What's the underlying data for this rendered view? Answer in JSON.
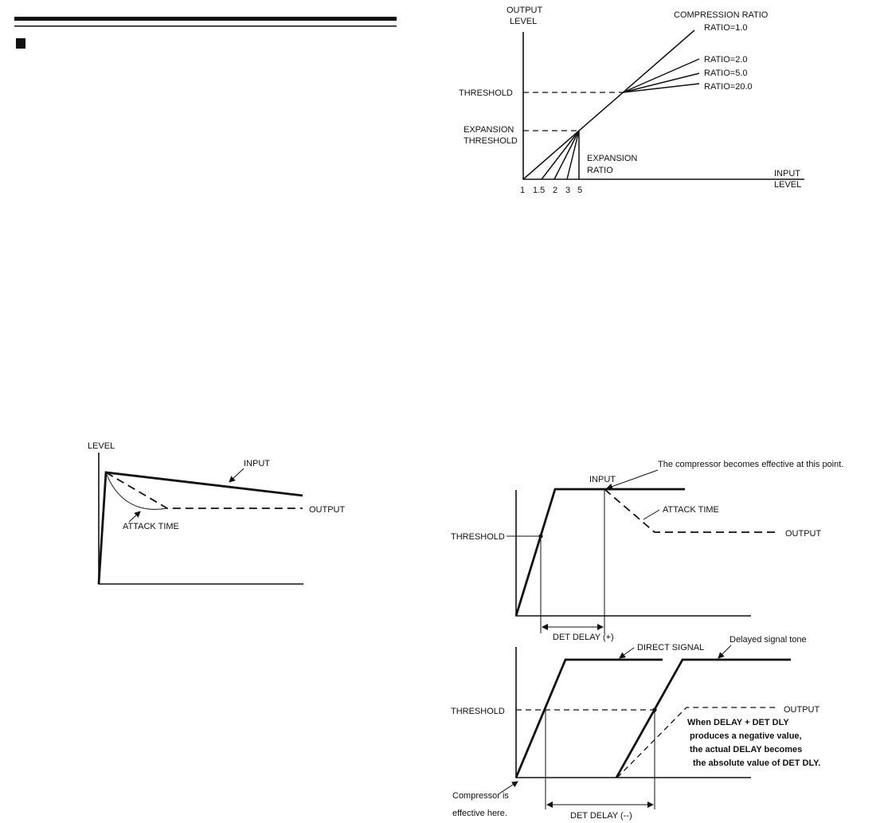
{
  "header": {
    "bullet_marker": "■"
  },
  "compression_diagram": {
    "y_axis_label": [
      "OUTPUT",
      "LEVEL"
    ],
    "x_axis_label": [
      "INPUT",
      "LEVEL"
    ],
    "threshold_label": "THRESHOLD",
    "expansion_threshold_label": [
      "EXPANSION",
      "THRESHOLD"
    ],
    "expansion_ratio_label": [
      "EXPANSION",
      "RATIO"
    ],
    "compression_ratio_title": "COMPRESSION RATIO",
    "ratio_labels": [
      "RATIO=1.0",
      "RATIO=2.0",
      "RATIO=5.0",
      "RATIO=20.0"
    ],
    "expansion_ratio_ticks": [
      "1",
      "1.5",
      "2",
      "3",
      "5"
    ]
  },
  "attack_diagram": {
    "y_axis_label": "LEVEL",
    "input_label": "INPUT",
    "output_label": "OUTPUT",
    "attack_time_label": "ATTACK TIME"
  },
  "det_delay_positive_diagram": {
    "annotation": "The compressor becomes effective at this point.",
    "input_label": "INPUT",
    "attack_time_label": "ATTACK TIME",
    "threshold_label": "THRESHOLD",
    "output_label": "OUTPUT",
    "delay_label": "DET  DELAY (+)"
  },
  "det_delay_negative_diagram": {
    "direct_signal_label": "DIRECT SIGNAL",
    "delayed_label": "Delayed signal tone",
    "threshold_label": "THRESHOLD",
    "output_label": "OUTPUT",
    "note_lines": [
      "When DELAY + DET DLY",
      "produces a negative value,",
      "the actual DELAY becomes",
      "the absolute value of DET DLY."
    ],
    "compressor_note": [
      "Compressor is",
      "effective here."
    ],
    "delay_label": "DET DELAY (--)"
  }
}
